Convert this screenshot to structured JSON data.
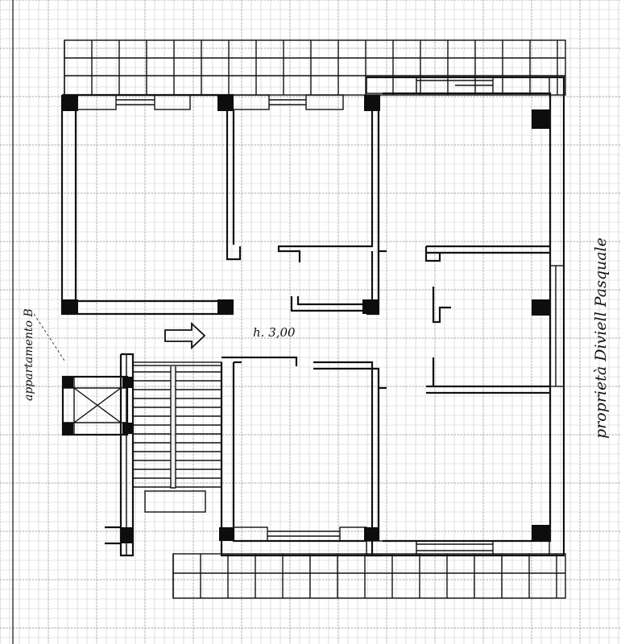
{
  "annotations": {
    "height_label": "h. 3,00",
    "owner_label": "proprietà Diviell Pasquale",
    "side_label": "appartamento B"
  },
  "colors": {
    "ink": "#111111",
    "grid": "#c9c9c9",
    "paper": "#ffffff"
  },
  "icons": {
    "entrance_arrow": "arrow-right-icon"
  }
}
